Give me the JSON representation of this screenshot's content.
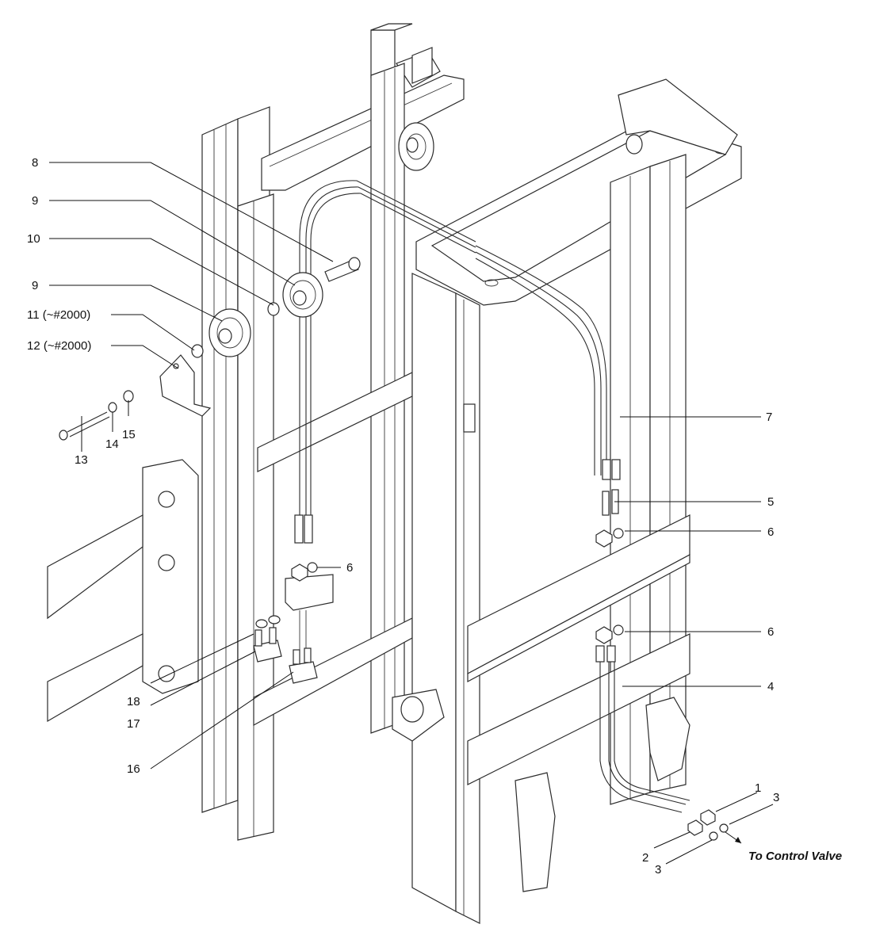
{
  "labels": {
    "l1": "1",
    "l2": "2",
    "l3a": "3",
    "l3b": "3",
    "l4": "4",
    "l5": "5",
    "l6a": "6",
    "l6b": "6",
    "l6c": "6",
    "l7": "7",
    "l8": "8",
    "l9a": "9",
    "l9b": "9",
    "l10": "10",
    "l11": "11 (~#2000)",
    "l12": "12 (~#2000)",
    "l13": "13",
    "l14": "14",
    "l15": "15",
    "l16": "16",
    "l17": "17",
    "l18": "18"
  },
  "note": {
    "to_control_valve": "To Control Valve"
  }
}
